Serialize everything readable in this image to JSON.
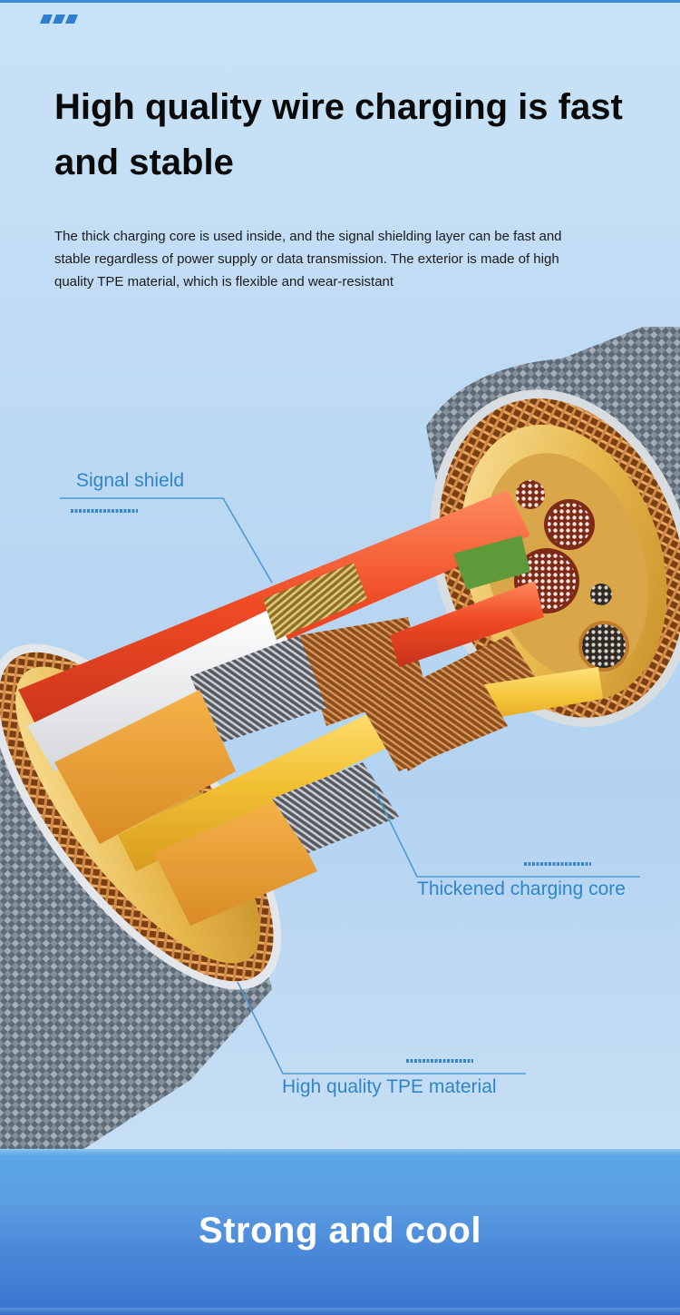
{
  "headline": "High quality wire charging is fast and stable",
  "description": "The thick charging core is used inside, and the signal shielding layer can be fast and stable regardless of power supply or data transmission. The exterior is made of high quality TPE material, which is flexible and wear-resistant",
  "callouts": {
    "signal_shield": "Signal shield",
    "charging_core": "Thickened charging core",
    "tpe_material": "High quality TPE material"
  },
  "slogan": "Strong and cool",
  "colors": {
    "accent_blue": "#2e86c8",
    "band_blue": "#4a88d8",
    "wire_red": "#e8482a",
    "wire_yellow": "#f0c233",
    "copper": "#b5732e"
  },
  "icons": [
    "brand-stripes-icon",
    "cable-illustration"
  ]
}
